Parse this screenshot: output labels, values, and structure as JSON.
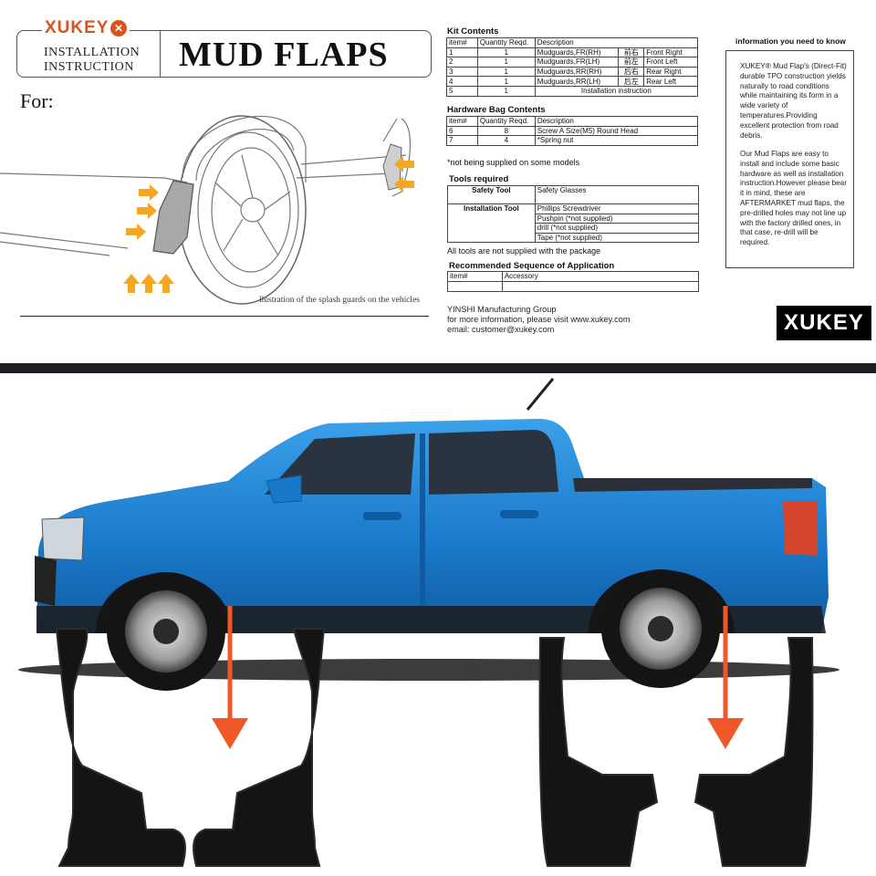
{
  "header": {
    "brand": "XUKEY",
    "instruction_line1": "INSTALLATION",
    "instruction_line2": "INSTRUCTION",
    "title": "MUD FLAPS",
    "for_label": "For:"
  },
  "diagram": {
    "caption": "llustration of the splash guards on the vehicles",
    "arrow_color": "#f5a623"
  },
  "kit_contents": {
    "title": "Kit Contents",
    "headers": [
      "item#",
      "Quantity Reqd.",
      "Description"
    ],
    "rows": [
      {
        "item": "1",
        "qty": "1",
        "desc": "Mudguards,FR(RH)",
        "cn": "前右",
        "pos": "Front Right"
      },
      {
        "item": "2",
        "qty": "1",
        "desc": "Mudguards,FR(LH)",
        "cn": "前左",
        "pos": "Front Left"
      },
      {
        "item": "3",
        "qty": "1",
        "desc": "Mudguards,RR(RH)",
        "cn": "后右",
        "pos": "Rear Right"
      },
      {
        "item": "4",
        "qty": "1",
        "desc": "Mudguards,RR(LH)",
        "cn": "后左",
        "pos": "Rear Left"
      },
      {
        "item": "5",
        "qty": "1",
        "desc": "Installation instruction",
        "cn": "",
        "pos": ""
      }
    ]
  },
  "hardware": {
    "title": "Hardware Bag Contents",
    "headers": [
      "item#",
      "Quantity Reqd.",
      "Description"
    ],
    "rows": [
      {
        "item": "6",
        "qty": "8",
        "desc": "Screw A Size(M5) Round Head"
      },
      {
        "item": "7",
        "qty": "4",
        "desc": "*Spring nut"
      }
    ],
    "note": "*not being supplied on some models"
  },
  "tools": {
    "title": "Tools required",
    "safety_label": "Safety Tool",
    "safety_value": "Safety Glasses",
    "install_label": "Installation Tool",
    "install_values": [
      "Phillips Screwdriver",
      "Pushpin (*not supplied)",
      "drill (*not supplied)",
      "Tape (*not supplied)"
    ],
    "note": "All tools are not supplied with the package"
  },
  "sequence": {
    "title": "Recommended Sequence of Application",
    "headers": [
      "item#",
      "Accessory"
    ]
  },
  "info": {
    "heading": "information you need to know",
    "para1": "XUKEY® Mud Flap's (Direct-Fit) durable TPO construction yields naturally to road conditions while maintaining its form in a wide variety of temperatures.Providing excellent protection from road debris.",
    "para2": "Our Mud Flaps are easy to install and include some basic hardware as well as installation instruction.However please bear it in mind, these are AFTERMARKET mud flaps, the pre-drilled holes may not line up with the factory drilled ones, in that case, re-drill will be required."
  },
  "contact": {
    "line1": "YINSHI Manufacturing Group",
    "line2": "for more information, please visit www.xukey.com",
    "line3": "email: customer@xukey.com"
  },
  "logo2": "XUKEY",
  "photo": {
    "truck_color": "#1f7fd0",
    "arrow_color": "#f0582a",
    "flap_color": "#141414"
  }
}
